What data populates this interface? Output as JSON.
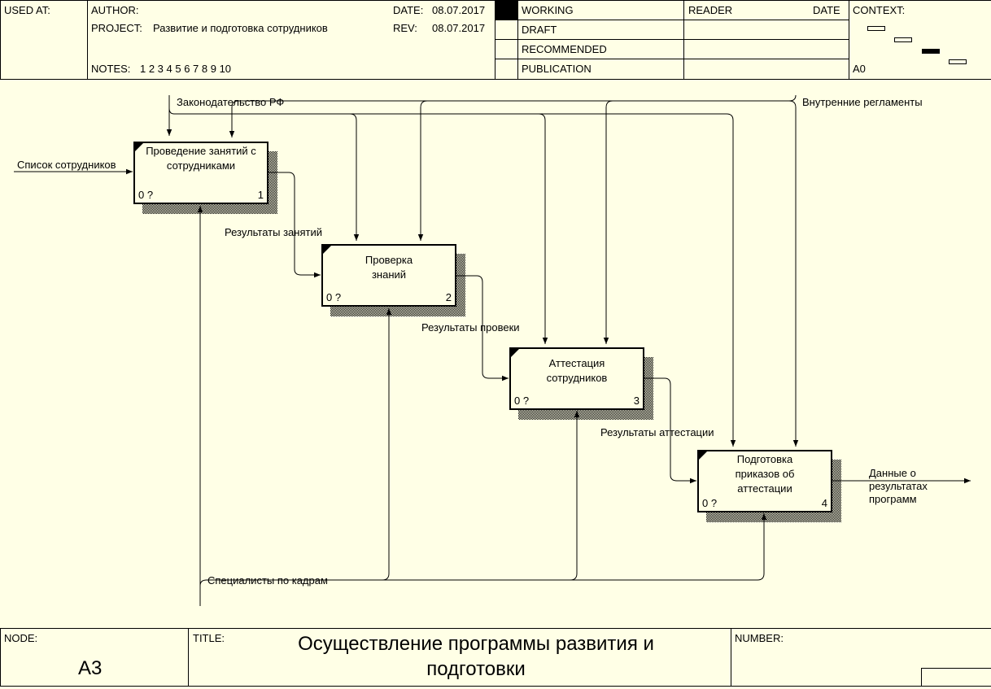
{
  "header": {
    "used_at_label": "USED AT:",
    "author_label": "AUTHOR:",
    "project_label": "PROJECT:",
    "project_value": "Развитие и подготовка сотрудников",
    "notes_label": "NOTES:",
    "notes_value": "1  2  3  4  5  6  7  8  9  10",
    "date_label": "DATE:",
    "date_value": "08.07.2017",
    "rev_label": "REV:",
    "rev_value": "08.07.2017",
    "status": [
      "WORKING",
      "DRAFT",
      "RECOMMENDED",
      "PUBLICATION"
    ],
    "reader_label": "READER",
    "reader_date_label": "DATE",
    "context_label": "CONTEXT:",
    "context_node": "A0"
  },
  "diagram": {
    "boxes": [
      {
        "name": "Проведение занятий с сотрудниками",
        "cost": "0 ?",
        "number": "1"
      },
      {
        "name": "Проверка знаний",
        "cost": "0 ?",
        "number": "2"
      },
      {
        "name": "Аттестация сотрудников",
        "cost": "0 ?",
        "number": "3"
      },
      {
        "name": "Подготовка приказов об аттестации",
        "cost": "0 ?",
        "number": "4"
      }
    ],
    "arrows": {
      "law": "Законодательство РФ",
      "internal": "Внутренние регламенты",
      "staff_list": "Список сотрудников",
      "lessons_results": "Результаты занятий",
      "check_results": "Результаты провеки",
      "attest_results": "Результаты аттестации",
      "output": "Данные о результатах программ",
      "hr": "Специалисты по кадрам"
    }
  },
  "footer": {
    "node_label": "NODE:",
    "node_value": "A3",
    "title_label": "TITLE:",
    "title_value": "Осуществление программы развития и подготовки",
    "number_label": "NUMBER:"
  }
}
